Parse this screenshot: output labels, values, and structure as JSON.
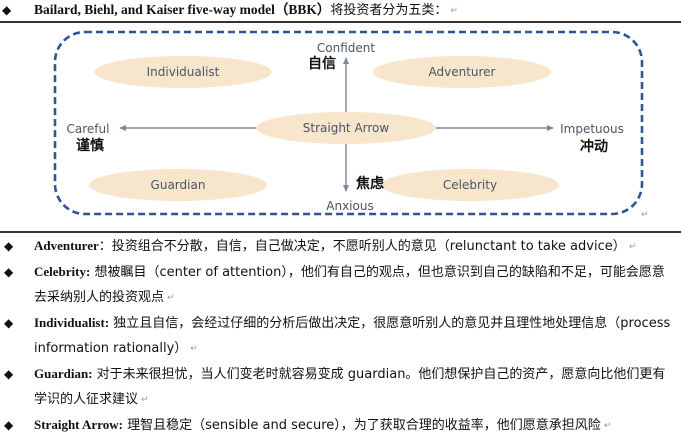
{
  "heading": {
    "bullet": "◆",
    "title_en": "Bailard, Biehl, and Kaiser five-way model（BBK）",
    "title_cn": "将投资者分为五类：",
    "para_mark": "↵"
  },
  "diagram": {
    "axis_top_en": "Confident",
    "axis_top_cn": "自信",
    "axis_bottom_en": "Anxious",
    "axis_bottom_cn": "焦虑",
    "axis_left_en": "Careful",
    "axis_left_cn": "谨慎",
    "axis_right_en": "Impetuous",
    "axis_right_cn": "冲动",
    "types": {
      "top_left": "Individualist",
      "top_right": "Adventurer",
      "center": "Straight Arrow",
      "bottom_left": "Guardian",
      "bottom_right": "Celebrity"
    },
    "para_mark": "↵",
    "colors": {
      "ellipse_fill": "#f7e6cc",
      "border_dash": "#2f5597",
      "axis": "#7d8a99"
    }
  },
  "items": [
    {
      "bullet": "◆",
      "term": "Adventurer",
      "sep": "：",
      "desc": "投资组合不分散，自信，自己做决定，不愿听别人的意见（relunctant to take advice）",
      "para_mark": "↵"
    },
    {
      "bullet": "◆",
      "term": "Celebrity:",
      "sep": " ",
      "desc": "想被瞩目（center of attention），他们有自己的观点，但也意识到自己的缺陷和不足，可能会愿意去采纳别人的投资观点",
      "para_mark": "↵"
    },
    {
      "bullet": "◆",
      "term": "Individualist:",
      "sep": " ",
      "desc": "独立且自信，会经过仔细的分析后做出决定，很愿意听别人的意见并且理性地处理信息（process information rationally）",
      "para_mark": "↵"
    },
    {
      "bullet": "◆",
      "term": "Guardian:",
      "sep": " ",
      "desc": "对于未来很担忧，当人们变老时就容易变成 guardian。他们想保护自己的资产，愿意向比他们更有学识的人征求建议",
      "para_mark": "↵"
    },
    {
      "bullet": "◆",
      "term": "Straight Arrow:",
      "sep": " ",
      "desc": "理智且稳定（sensible and secure），为了获取合理的收益率，他们愿意承担风险",
      "para_mark": "↵"
    }
  ]
}
